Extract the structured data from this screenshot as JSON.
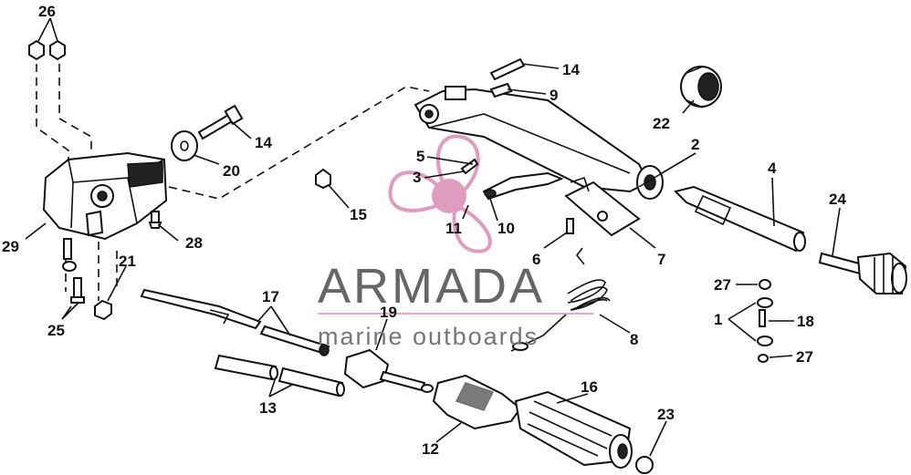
{
  "watermark": {
    "brand": "ARMADA",
    "tagline": "marine outboards",
    "logo_color": "#d98cb3"
  },
  "callouts": [
    "26",
    "14",
    "9",
    "22",
    "2",
    "4",
    "24",
    "29",
    "28",
    "20",
    "14",
    "15",
    "5",
    "3",
    "11",
    "10",
    "6",
    "7",
    "27",
    "1",
    "18",
    "27",
    "21",
    "25",
    "17",
    "19",
    "8",
    "13",
    "16",
    "23",
    "12"
  ]
}
